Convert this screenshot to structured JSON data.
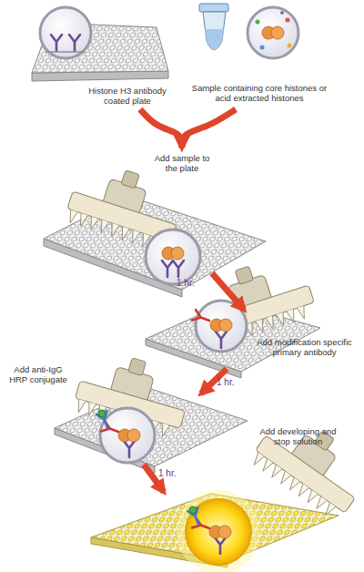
{
  "diagram": {
    "nodes": [
      {
        "text": [
          "Histone H3 antibody coated plate"
        ]
      },
      {
        "text": [
          "Sample containing core histones or acid extracted histones"
        ]
      },
      {
        "text": [
          "Add sample to the plate"
        ]
      },
      {
        "text": [
          "Add modification specific primary antibody"
        ]
      },
      {
        "text": [
          "Add anti-IgG HRP conjugate"
        ]
      },
      {
        "text": [
          "Add developing and stop solution"
        ]
      }
    ],
    "edges": [
      {
        "from": 0,
        "to": 2,
        "arrow": "to"
      },
      {
        "from": 1,
        "to": 2,
        "arrow": "to"
      },
      {
        "from": 2,
        "to": 3,
        "label": "1 hr.",
        "arrow": "to"
      },
      {
        "from": 3,
        "to": 4,
        "label": "1 hr.",
        "arrow": "to"
      },
      {
        "from": 4,
        "to": 5,
        "label": "1 hr.",
        "arrow": "to"
      }
    ]
  }
}
